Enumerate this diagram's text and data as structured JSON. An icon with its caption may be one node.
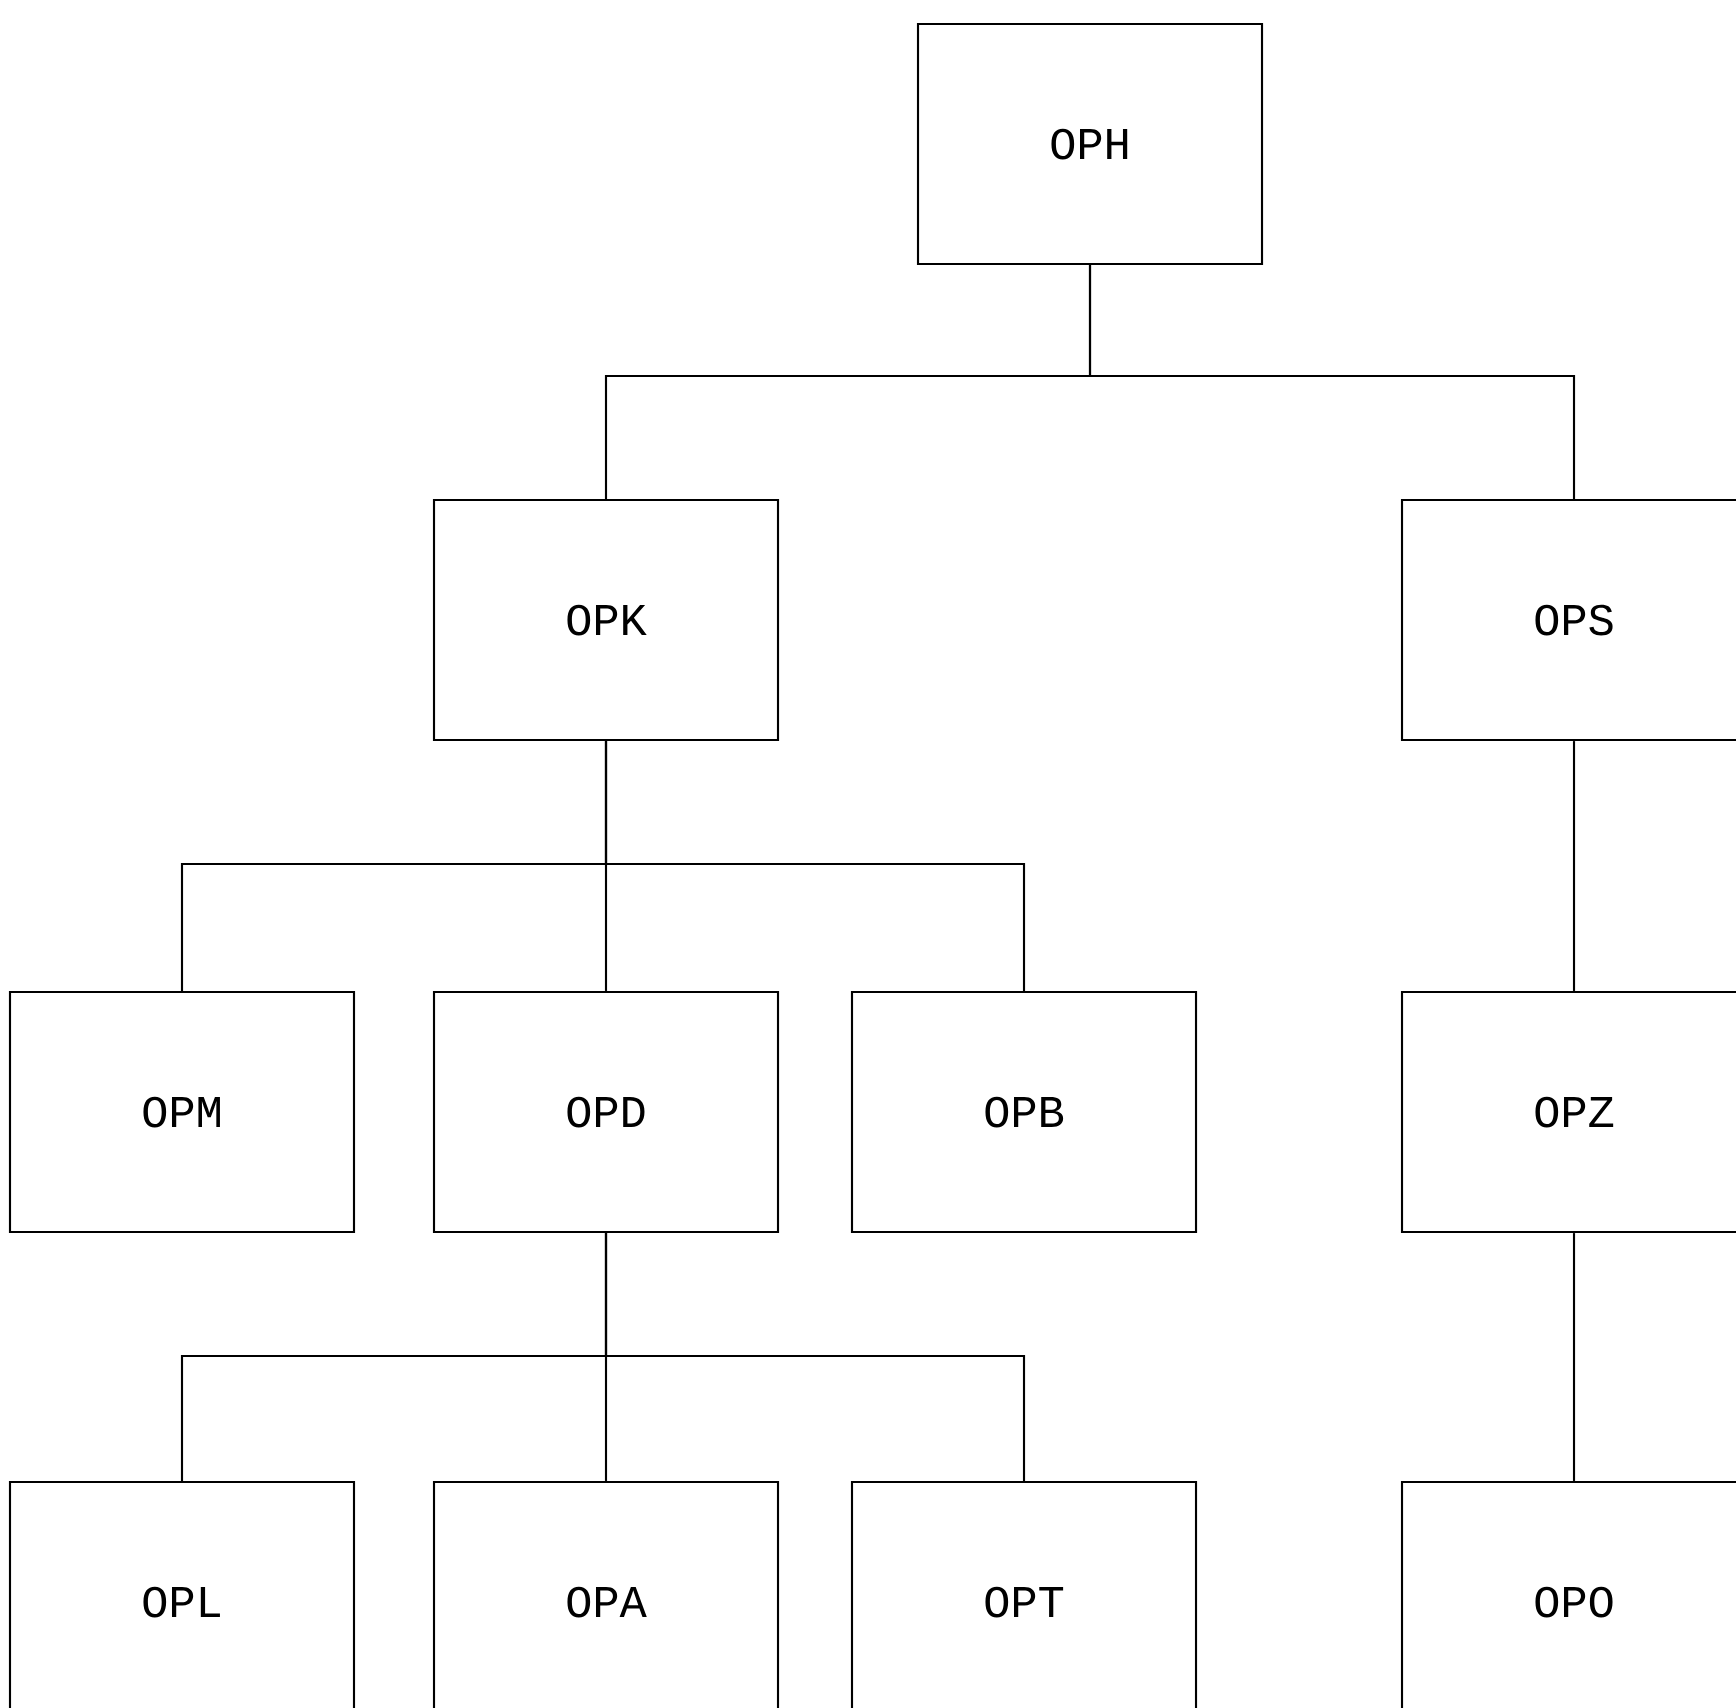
{
  "diagram": {
    "nodes": [
      {
        "text": [
          "OPH"
        ]
      },
      {
        "text": [
          "OPK"
        ]
      },
      {
        "text": [
          "OPS"
        ]
      },
      {
        "text": [
          "OPM"
        ]
      },
      {
        "text": [
          "OPD"
        ]
      },
      {
        "text": [
          "OPB"
        ]
      },
      {
        "text": [
          "OPZ"
        ]
      },
      {
        "text": [
          "OPL"
        ]
      },
      {
        "text": [
          "OPA"
        ]
      },
      {
        "text": [
          "OPT"
        ]
      },
      {
        "text": [
          "OPO"
        ]
      }
    ],
    "edges": [
      {
        "from": 0,
        "to": 1,
        "arrow": "none"
      },
      {
        "from": 0,
        "to": 2,
        "arrow": "none"
      },
      {
        "from": 1,
        "to": 3,
        "arrow": "none"
      },
      {
        "from": 1,
        "to": 4,
        "arrow": "none"
      },
      {
        "from": 1,
        "to": 5,
        "arrow": "none"
      },
      {
        "from": 2,
        "to": 6,
        "arrow": "none"
      },
      {
        "from": 4,
        "to": 7,
        "arrow": "none"
      },
      {
        "from": 4,
        "to": 8,
        "arrow": "none"
      },
      {
        "from": 4,
        "to": 9,
        "arrow": "none"
      },
      {
        "from": 6,
        "to": 10,
        "arrow": "none"
      }
    ]
  }
}
